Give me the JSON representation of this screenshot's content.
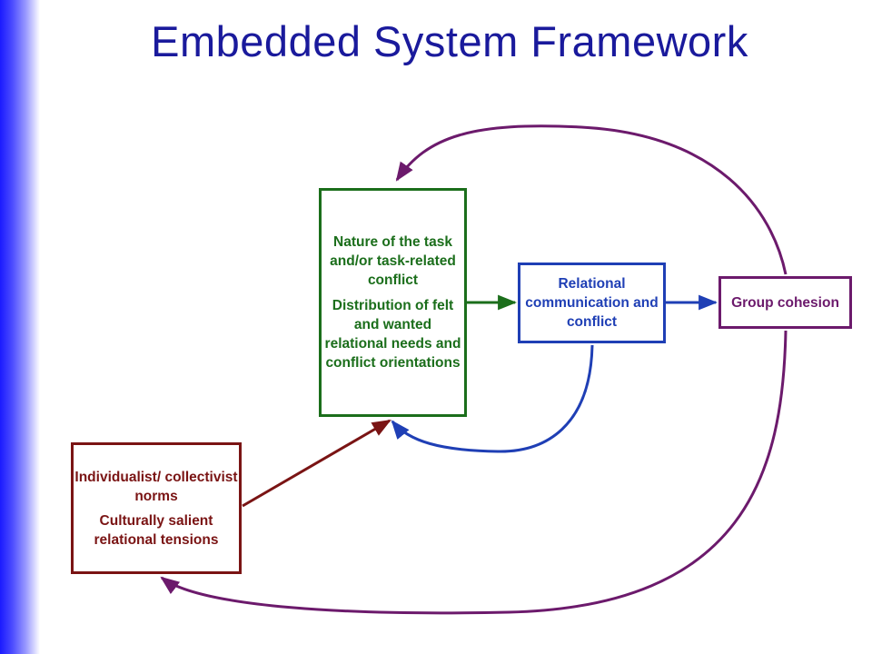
{
  "title": "Embedded System Framework",
  "boxes": {
    "task": {
      "line1": "Nature of the task and/or task-related conflict",
      "line2": "Distribution of felt and wanted relational needs and conflict orientations"
    },
    "relational": {
      "text": "Relational communication and conflict"
    },
    "group": {
      "text": "Group cohesion"
    },
    "individual": {
      "line1": "Individualist/ collectivist norms",
      "line2": "Culturally salient relational tensions"
    }
  },
  "colors": {
    "title": "#1a1a9c",
    "task": "#1b6e1b",
    "relational": "#1f3fb5",
    "group": "#6c1a6c",
    "individual": "#7a1414"
  }
}
